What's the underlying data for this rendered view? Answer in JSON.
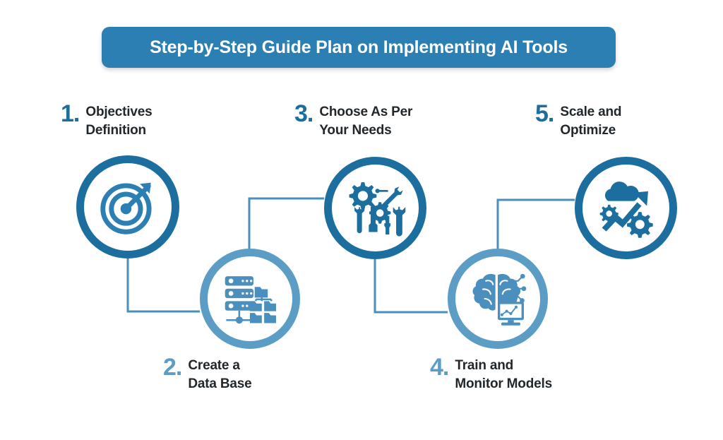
{
  "header": {
    "title": "Step-by-Step Guide Plan on Implementing AI Tools",
    "banner_color": "#2C7FB3",
    "title_color": "#FFFFFF"
  },
  "theme": {
    "background": "#FFFFFF",
    "accent_dark": "#1B6E9E",
    "accent_light": "#5B9DC4",
    "text_color": "#22272B",
    "connector_color": "#4A8FBE"
  },
  "steps": [
    {
      "number": "1.",
      "title": "Objectives\nDefinition",
      "icon": "target-arrow-icon",
      "ring": "dark",
      "number_color": "#1B6E9E"
    },
    {
      "number": "2.",
      "title": "Create a\nData Base",
      "icon": "database-folder-tree-icon",
      "ring": "light",
      "number_color": "#5B9DC4"
    },
    {
      "number": "3.",
      "title": "Choose As Per\nYour Needs",
      "icon": "gears-tools-icon",
      "ring": "dark",
      "number_color": "#1B6E9E"
    },
    {
      "number": "4.",
      "title": "Train and\nMonitor Models",
      "icon": "brain-circuit-monitor-icon",
      "ring": "light",
      "number_color": "#5B9DC4"
    },
    {
      "number": "5.",
      "title": "Scale and\nOptimize",
      "icon": "cloud-growth-gears-icon",
      "ring": "dark",
      "number_color": "#1B6E9E"
    }
  ]
}
